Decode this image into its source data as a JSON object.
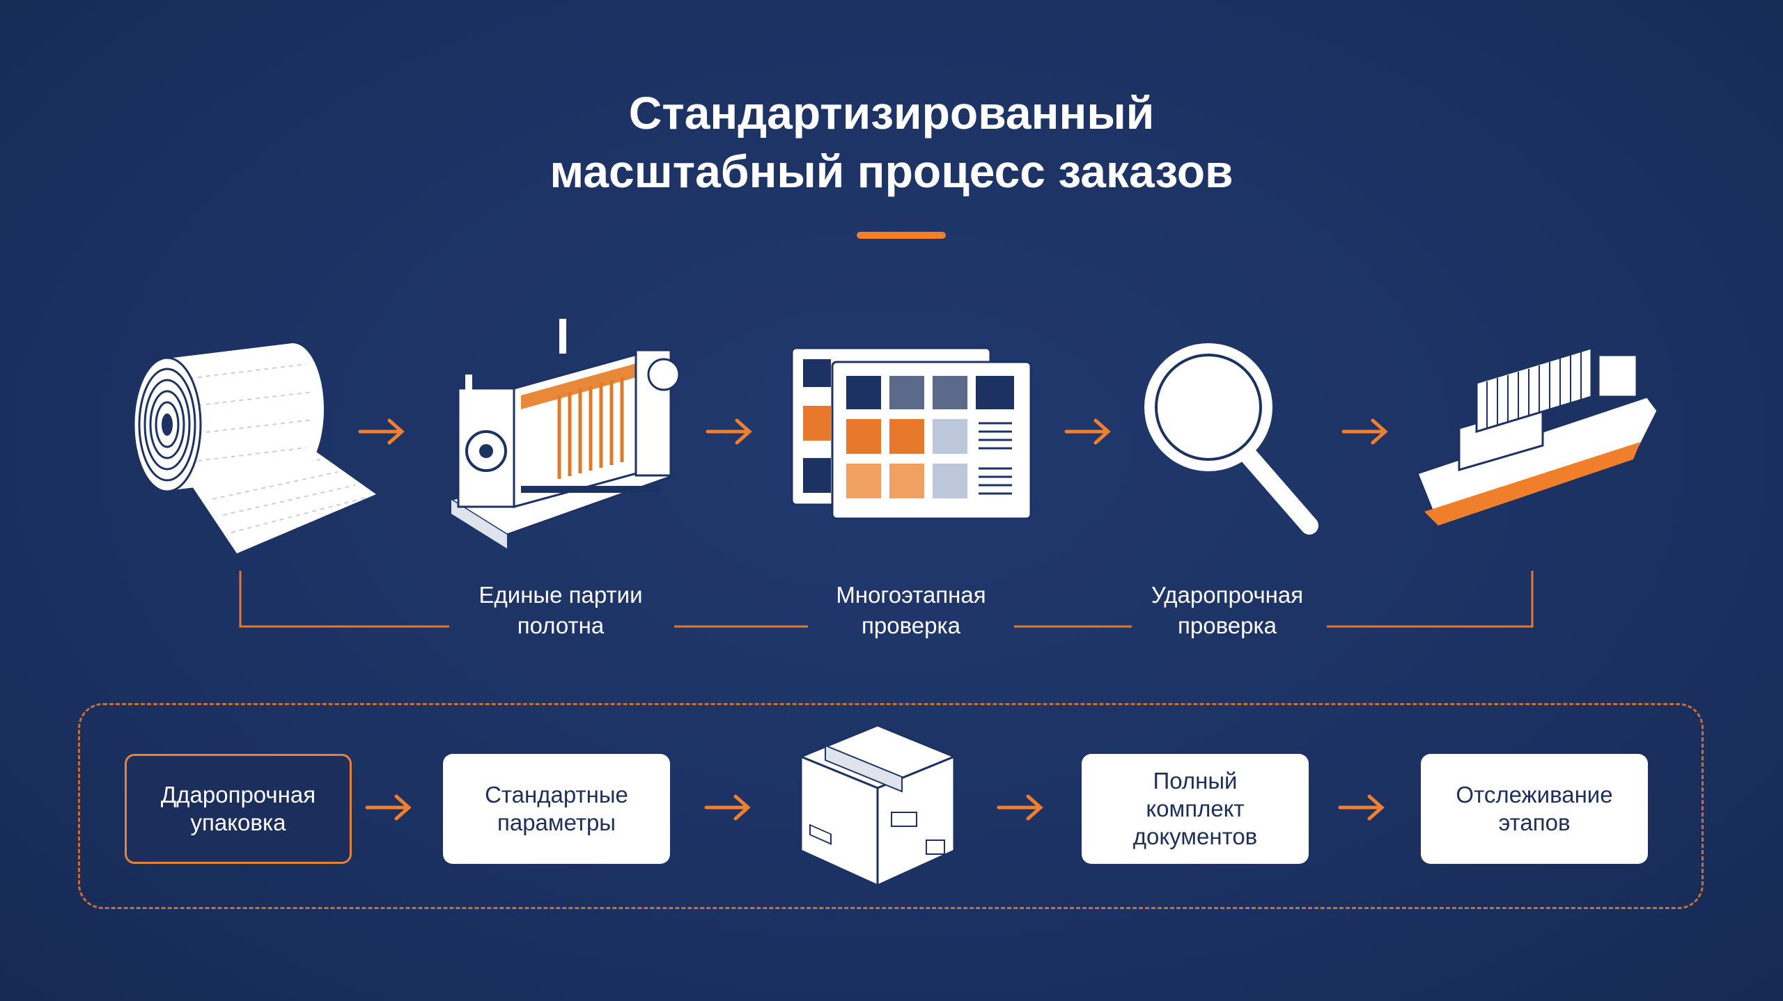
{
  "title": {
    "line1": "Стандартизированный",
    "line2": "масштабный процесс заказов"
  },
  "colors": {
    "background": "#1c3263",
    "accent": "#f07f2e",
    "card": "#ffffff",
    "card_text": "#1e2f58"
  },
  "process": {
    "steps": [
      {
        "icon": "fabric-roll-icon"
      },
      {
        "icon": "weaving-machine-icon"
      },
      {
        "icon": "inspection-grid-icon"
      },
      {
        "icon": "magnifier-icon"
      },
      {
        "icon": "cargo-ship-icon"
      }
    ],
    "labels": [
      {
        "line1": "Единые партии",
        "line2": "полотна"
      },
      {
        "line1": "Многоэтапная",
        "line2": "проверка"
      },
      {
        "line1": "Ударопрочная",
        "line2": "проверка"
      }
    ]
  },
  "packaging": {
    "cards": [
      {
        "line1": "Ддаропрочная",
        "line2": "упаковка"
      },
      {
        "line1": "Стандартные",
        "line2": "параметры"
      },
      {
        "line1": "Полный",
        "line2": "комплект",
        "line3": "документов"
      },
      {
        "line1": "Отслеживание",
        "line2": "этапов"
      }
    ],
    "box_icon": "shipping-box-icon"
  }
}
